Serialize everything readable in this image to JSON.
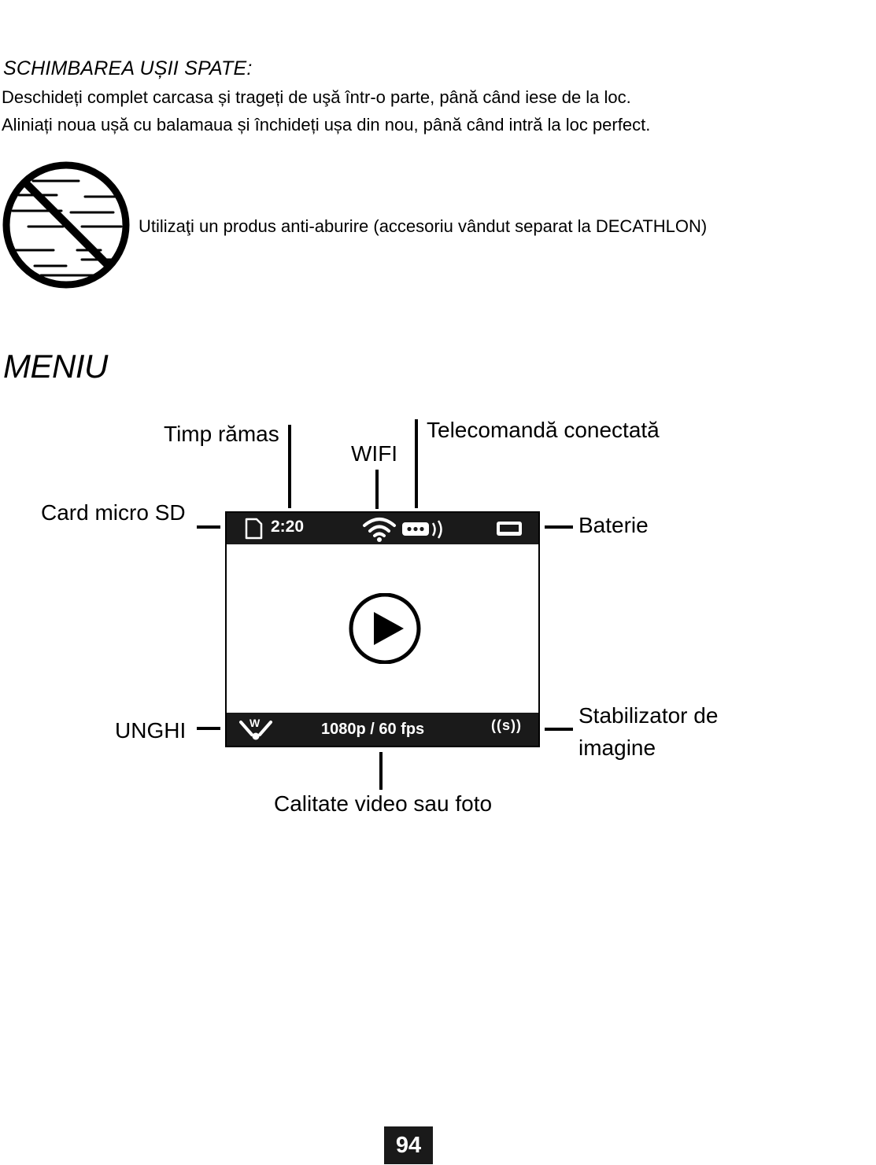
{
  "door_section": {
    "title": "SCHIMBAREA UȘII SPATE:",
    "line1": "Deschideți complet carcasa și trageți de uşă într-o parte, până când iese de la loc.",
    "line2": "Aliniați noua ușă cu balamaua și închideți ușa din nou, până când intră la loc perfect."
  },
  "anti_fog": {
    "icon": "no-fog-icon",
    "text": "Utilizaţi un produs anti-aburire (accesoriu vândut separat la DECATHLON)"
  },
  "menu": {
    "title": "MENIU",
    "labels": {
      "time_remaining": "Timp rămas",
      "wifi": "WIFI",
      "remote_connected": "Telecomandă conectată",
      "sd_card": "Card micro SD",
      "battery": "Baterie",
      "angle": "UNGHI",
      "stabilizer_line1": "Stabilizator de",
      "stabilizer_line2": "imagine",
      "quality": "Calitate video sau foto"
    },
    "screen": {
      "time": "2:20",
      "resolution": "1080p / 60 fps",
      "stabilizer_badge": "((s))",
      "angle_badge": "W",
      "icons": [
        "sd-card-icon",
        "wifi-icon",
        "remote-icon",
        "battery-icon",
        "play-icon",
        "angle-icon"
      ]
    }
  },
  "page_number": "94"
}
